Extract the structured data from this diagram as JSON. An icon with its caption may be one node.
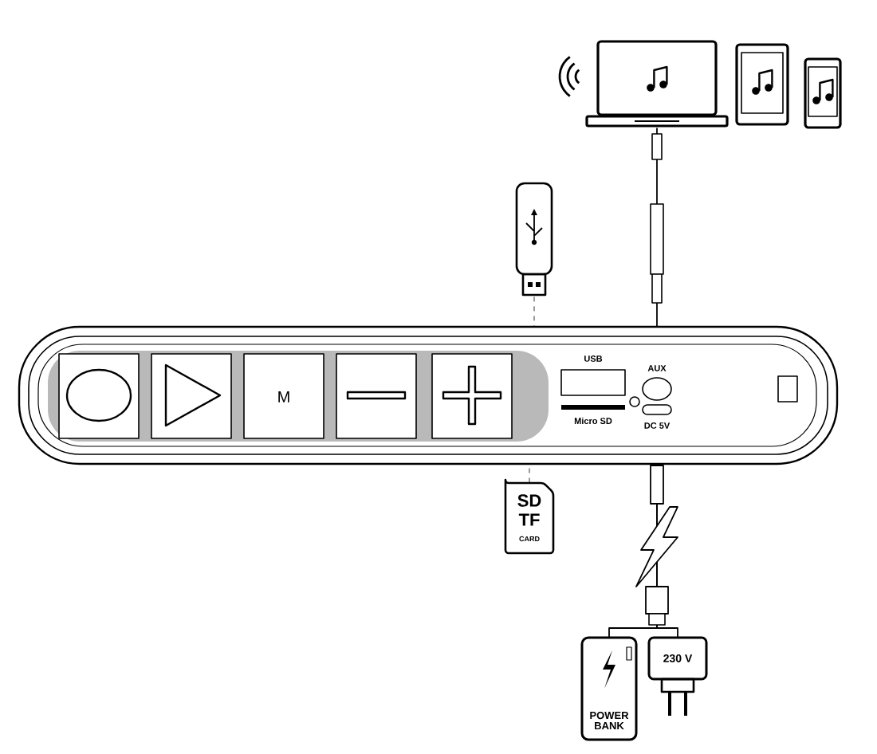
{
  "diagram": {
    "nodes": [
      {
        "text": [],
        "shape": "speaker"
      },
      {
        "text": [],
        "shape": "laptop"
      },
      {
        "text": [],
        "shape": "tablet"
      },
      {
        "text": [],
        "shape": "phone"
      },
      {
        "text": [],
        "shape": "usb-stick"
      },
      {
        "text": [
          "SD",
          "TF",
          "CARD"
        ]
      },
      {
        "text": [
          "POWER BANK"
        ]
      },
      {
        "text": [
          "230 V"
        ]
      }
    ],
    "edges": [
      {
        "from": 1,
        "to": 0,
        "arrow": "none"
      },
      {
        "from": 4,
        "to": 0,
        "arrow": "none",
        "style": "dashed"
      },
      {
        "from": 5,
        "to": 0,
        "arrow": "none",
        "style": "dashed"
      },
      {
        "from": 6,
        "to": 0,
        "arrow": "none"
      },
      {
        "from": 7,
        "to": 0,
        "arrow": "none"
      }
    ],
    "labels": [
      "M",
      "USB",
      "AUX",
      "Micro SD",
      "DC 5V"
    ]
  }
}
